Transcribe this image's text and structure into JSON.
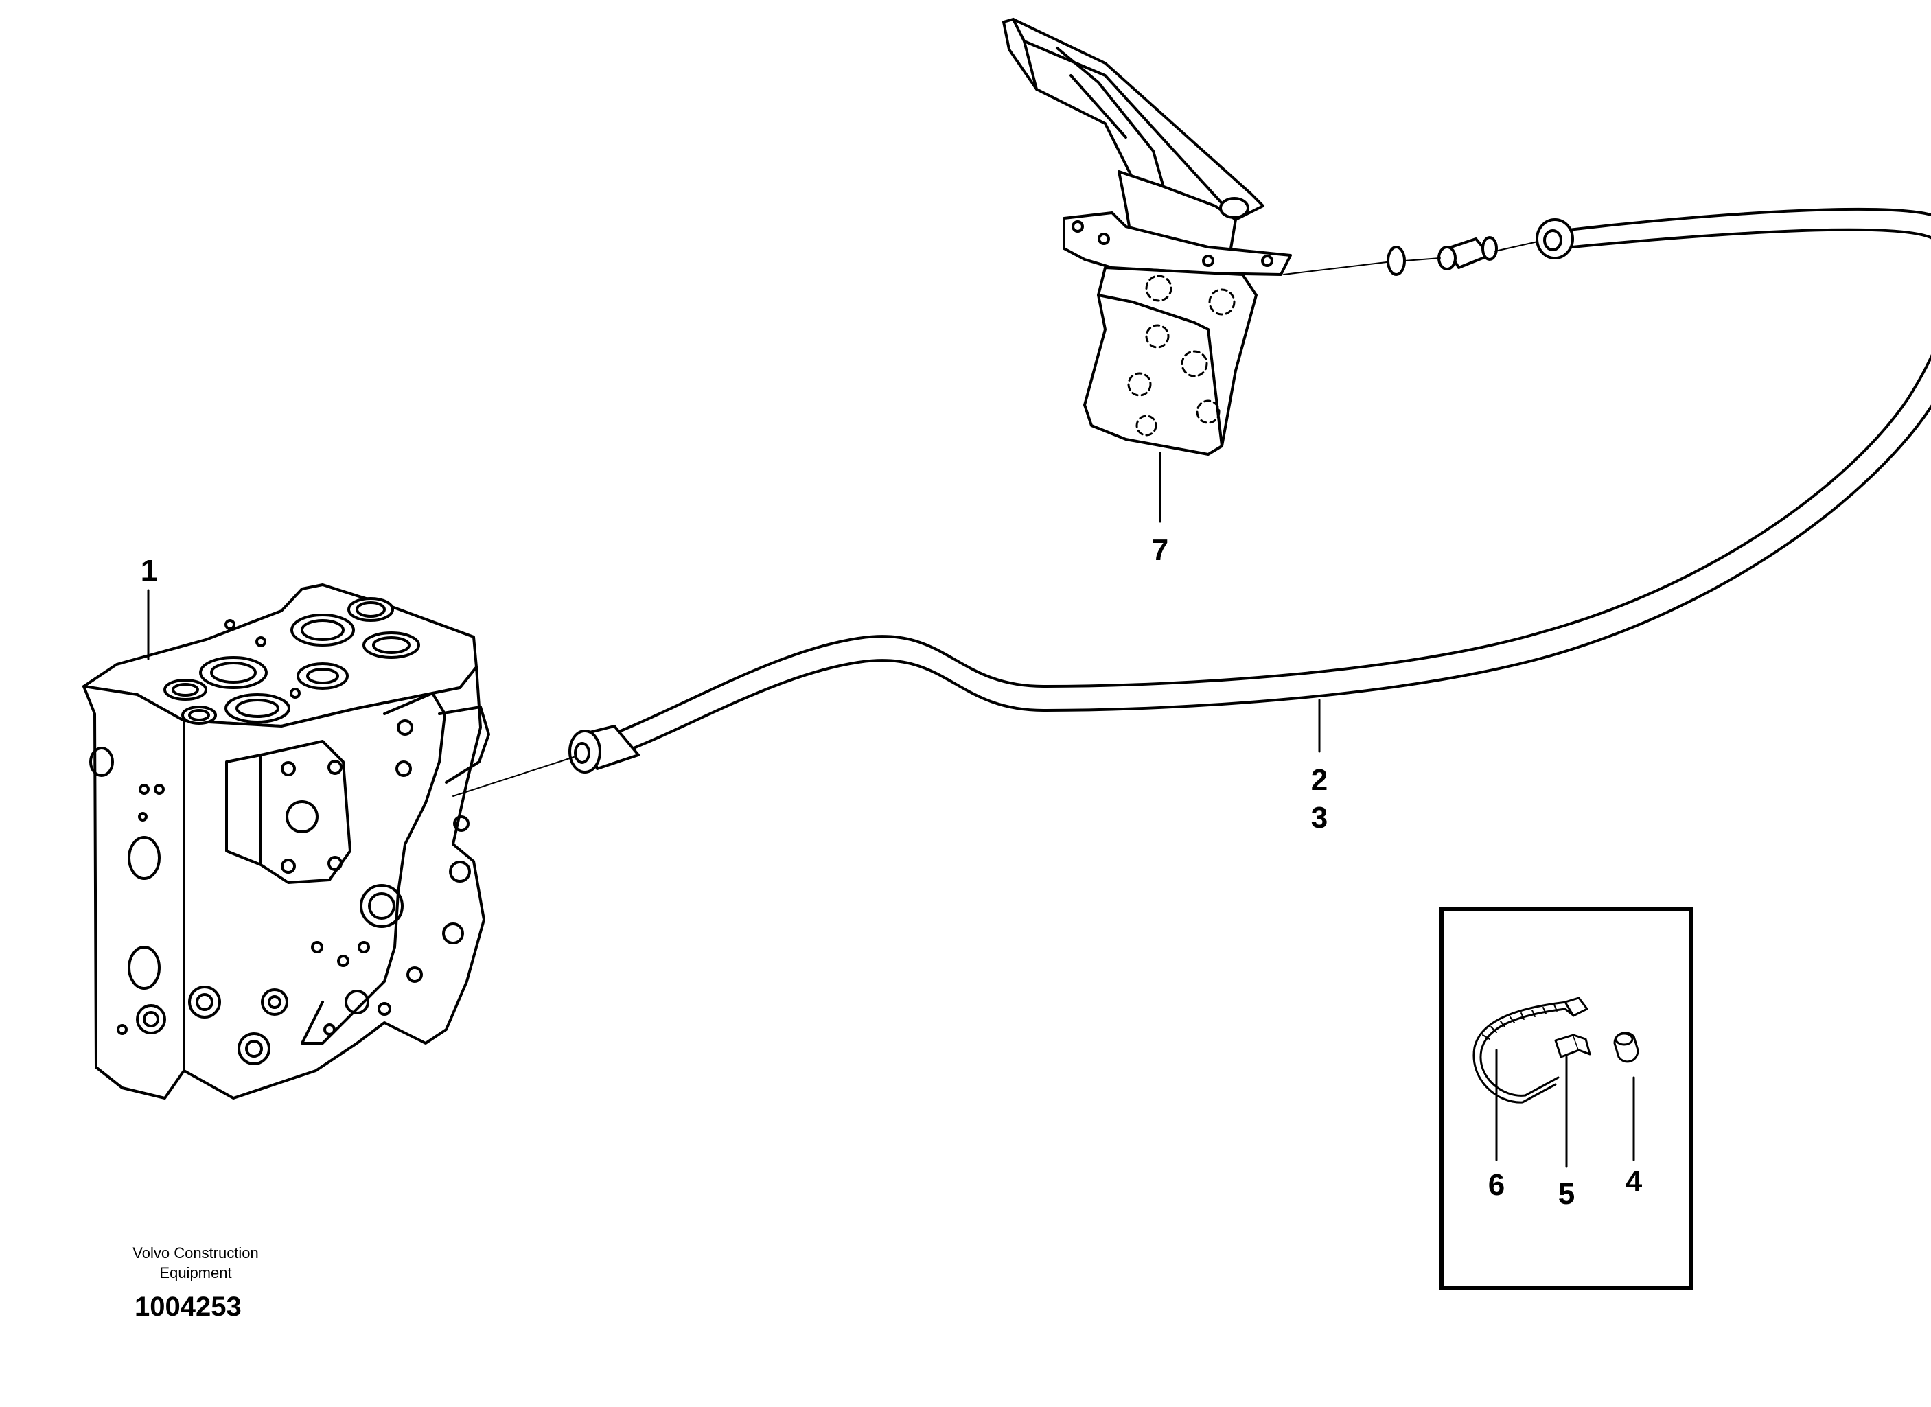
{
  "callouts": {
    "part_1": "1",
    "part_2": "2",
    "part_3": "3",
    "part_4": "4",
    "part_5": "5",
    "part_6": "6",
    "part_7": "7"
  },
  "footer": {
    "company_line1": "Volvo Construction",
    "company_line2": "Equipment",
    "drawing_number": "1004253"
  }
}
